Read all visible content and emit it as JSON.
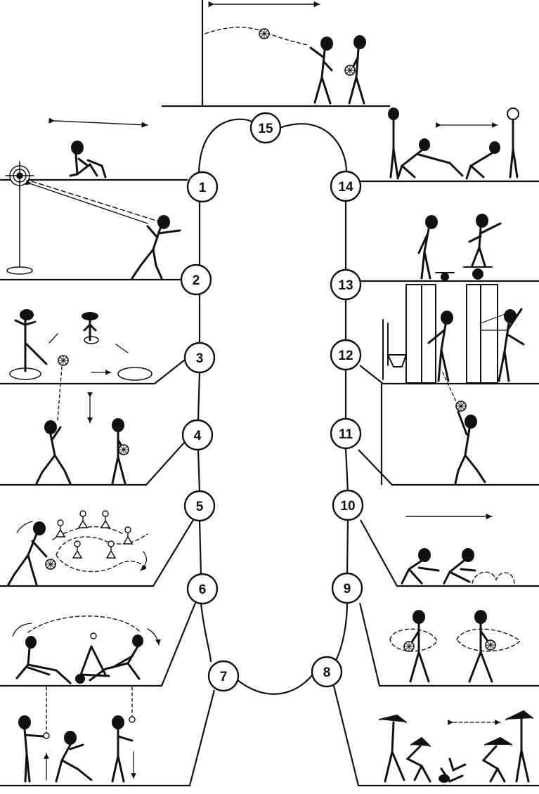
{
  "colors": {
    "ink": "#111111",
    "paper": "#ffffff"
  },
  "circuit": {
    "stations": [
      {
        "label": "1"
      },
      {
        "label": "2"
      },
      {
        "label": "3"
      },
      {
        "label": "4"
      },
      {
        "label": "5"
      },
      {
        "label": "6"
      },
      {
        "label": "7"
      },
      {
        "label": "8"
      },
      {
        "label": "9"
      },
      {
        "label": "10"
      },
      {
        "label": "11"
      },
      {
        "label": "12"
      },
      {
        "label": "13"
      },
      {
        "label": "14"
      },
      {
        "label": "15"
      }
    ]
  },
  "icons": [
    "stick-figure",
    "basketball",
    "target-icon",
    "cone-icon",
    "double-arrow-icon",
    "ladder-board-icon",
    "basketball-hoop-icon",
    "balance-board-icon",
    "ring-marker-icon"
  ]
}
